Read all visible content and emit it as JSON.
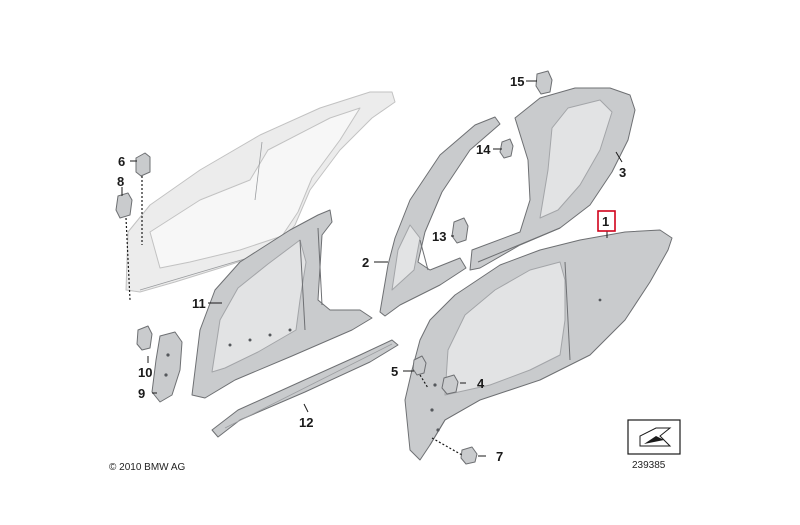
{
  "callouts": [
    {
      "id": "c1",
      "label": "1"
    },
    {
      "id": "c2",
      "label": "2"
    },
    {
      "id": "c3",
      "label": "3"
    },
    {
      "id": "c4",
      "label": "4"
    },
    {
      "id": "c5",
      "label": "5"
    },
    {
      "id": "c6",
      "label": "6"
    },
    {
      "id": "c7",
      "label": "7"
    },
    {
      "id": "c8",
      "label": "8"
    },
    {
      "id": "c9",
      "label": "9"
    },
    {
      "id": "c10",
      "label": "10"
    },
    {
      "id": "c11",
      "label": "11"
    },
    {
      "id": "c12",
      "label": "12"
    },
    {
      "id": "c13",
      "label": "13"
    },
    {
      "id": "c14",
      "label": "14"
    },
    {
      "id": "c15",
      "label": "15"
    }
  ],
  "highlighted_callout": "1",
  "colors": {
    "highlight": "#d0021b",
    "part": "#c9cbcd",
    "ghost": "#ececec"
  },
  "copyright": "© 2010 BMW AG",
  "reference_number": "239385",
  "reference_icon": "direction-arrow-icon"
}
